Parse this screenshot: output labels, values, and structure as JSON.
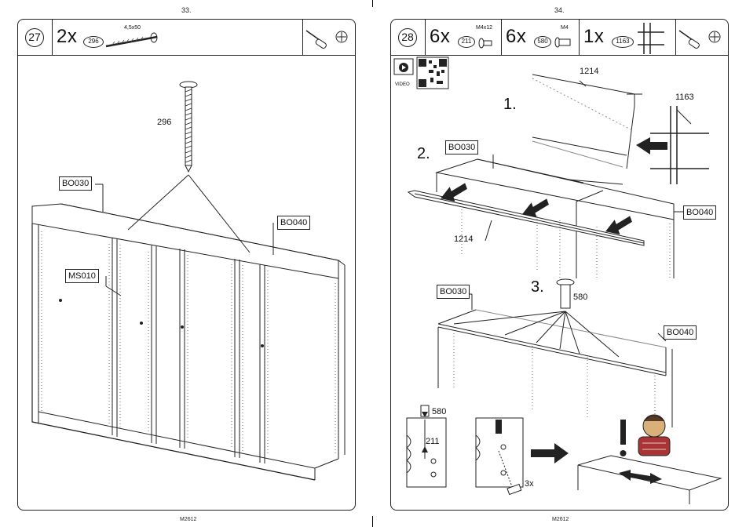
{
  "left_page": {
    "page_number": "33.",
    "footer_code": "M2612",
    "step": "27",
    "hardware": [
      {
        "qty": "2x",
        "part_no": "296",
        "size": "4,5x50"
      }
    ],
    "tools": [
      "screwdriver-icon",
      "phillips-head-icon"
    ],
    "screw_callout": "296",
    "labels": {
      "a": "BO030",
      "b": "BO040",
      "c": "MS010"
    }
  },
  "right_page": {
    "page_number": "34.",
    "footer_code": "M2612",
    "step": "28",
    "hardware": [
      {
        "qty": "6x",
        "part_no": "211",
        "size": "M4x12"
      },
      {
        "qty": "6x",
        "part_no": "580",
        "size": "M4"
      },
      {
        "qty": "1x",
        "part_no": "1163",
        "size": ""
      }
    ],
    "tools": [
      "screwdriver-icon",
      "phillips-head-icon"
    ],
    "video_label": "VIDEO",
    "substeps": {
      "s1": "1.",
      "s2": "2.",
      "s3": "3."
    },
    "callouts": {
      "rail_top": "1214",
      "connector": "1163",
      "rail_bottom": "1214",
      "insert": "580",
      "detail_insert": "580",
      "detail_bolt": "211",
      "detail_count": "3x"
    },
    "labels": {
      "a": "BO030",
      "b": "BO040",
      "c": "BO030",
      "d": "BO040"
    }
  }
}
